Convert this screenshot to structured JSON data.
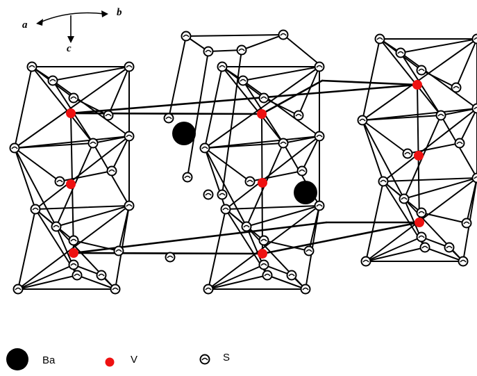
{
  "axes": {
    "a_label": "a",
    "b_label": "b",
    "c_label": "c"
  },
  "legend": {
    "ba_label": "Ba",
    "v_label": "V",
    "s_label": "S"
  },
  "colors": {
    "barium": "#000000",
    "vanadium": "#ee1111",
    "sulfur_fill": "#ffffff",
    "bond": "#000000"
  }
}
